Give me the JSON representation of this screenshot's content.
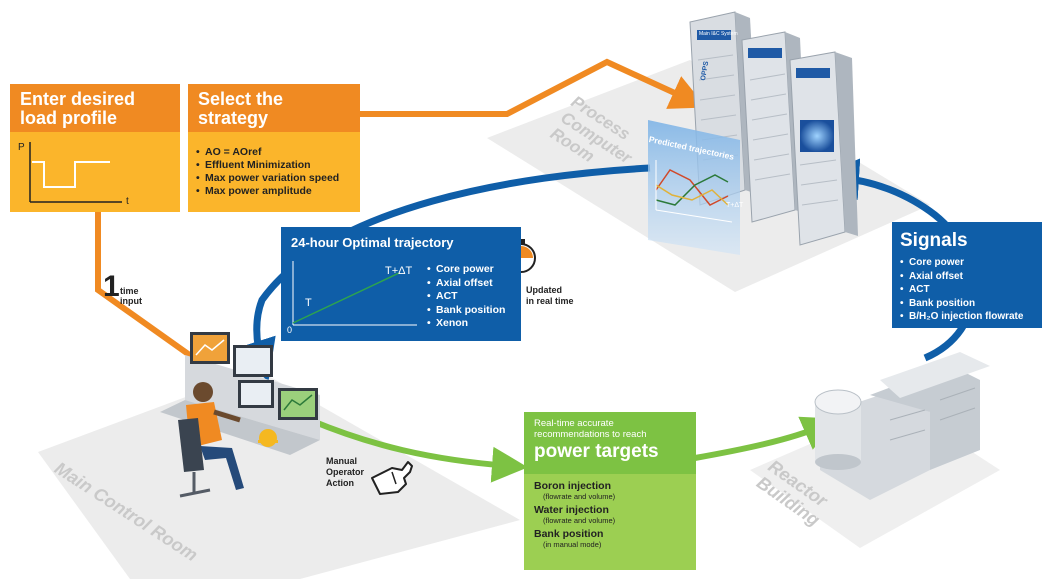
{
  "colors": {
    "orange": "#f08a22",
    "orange_light": "#f6a21f",
    "yellow_box": "#fbb52b",
    "blue": "#0f5ea8",
    "blue_dark": "#0b4f93",
    "green": "#7dc243",
    "green_light": "#9ccf52",
    "floor_gray": "#e8e8e8",
    "room_text": "#c9c9c9"
  },
  "load_profile": {
    "title": "Enter desired load profile",
    "y_axis": "P",
    "x_axis": "t"
  },
  "strategy": {
    "title": "Select the strategy",
    "items": [
      "AO = AOref",
      "Effluent Minimization",
      "Max power variation speed",
      "Max power amplitude"
    ]
  },
  "time_input": {
    "number": "1",
    "line1": "time",
    "line2": "input"
  },
  "optimal_trajectory": {
    "title": "24-hour Optimal trajectory",
    "label_t": "T",
    "label_t_delta": "T+ΔT",
    "origin": "0",
    "items": [
      "Core power",
      "Axial offset",
      "ACT",
      "Bank position",
      "Xenon"
    ]
  },
  "updated": {
    "line1": "Updated",
    "line2": "in real time"
  },
  "signals": {
    "title": "Signals",
    "items": [
      "Core power",
      "Axial offset",
      "ACT",
      "Bank position",
      "B/H₂O injection flowrate"
    ]
  },
  "process_room": {
    "line1": "Process",
    "line2": "Computer",
    "line3": "Room"
  },
  "predicted": {
    "title": "Predicted trajectories",
    "label": "T+ΔT"
  },
  "server": {
    "badge": "OPPS",
    "label": "Main I&C System"
  },
  "recommendations": {
    "intro": "Real-time accurate recommendations to reach",
    "title": "power targets",
    "items": [
      {
        "name": "Boron injection",
        "detail": "(flowrate and volume)"
      },
      {
        "name": "Water injection",
        "detail": "(flowrate and volume)"
      },
      {
        "name": "Bank position",
        "detail": "(in manual mode)"
      }
    ]
  },
  "manual_action": {
    "line1": "Manual",
    "line2": "Operator",
    "line3": "Action"
  },
  "main_control_room": "Main Control Room",
  "reactor_building": {
    "line1": "Reactor",
    "line2": "Building"
  }
}
